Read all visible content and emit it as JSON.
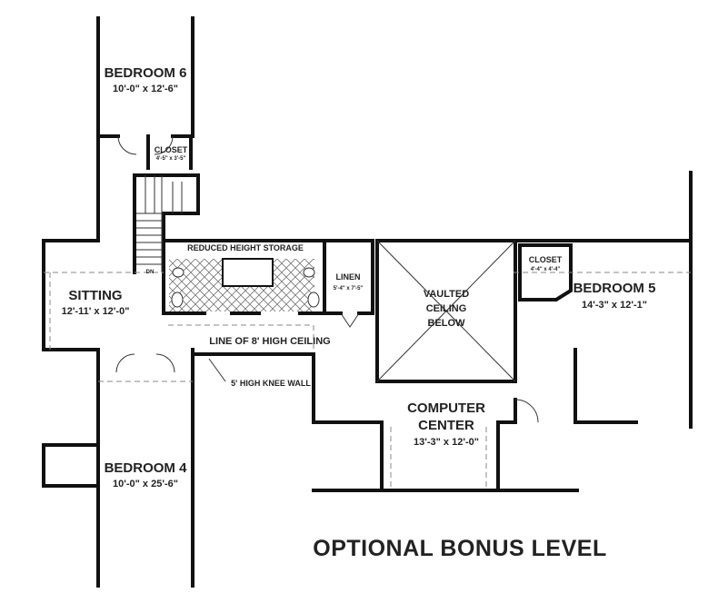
{
  "title": "OPTIONAL BONUS LEVEL",
  "rooms": {
    "bedroom6": {
      "name": "BEDROOM 6",
      "size": "10'-0\" x 12'-6\""
    },
    "closet6": {
      "name": "CLOSET",
      "size": "4'-5\" x 3'-5\""
    },
    "sitting": {
      "name": "SITTING",
      "size": "12'-11' x 12'-0\""
    },
    "linen": {
      "name": "LINEN",
      "size": "5'-4\" x 7'-5\""
    },
    "vaulted": {
      "line1": "VAULTED",
      "line2": "CEILING",
      "line3": "BELOW"
    },
    "closet5": {
      "name": "CLOSET",
      "size": "4'-4\" x 4'-4\""
    },
    "bedroom5": {
      "name": "BEDROOM 5",
      "size": "14'-3\" x 12'-1\""
    },
    "computer": {
      "name": "COMPUTER",
      "name2": "CENTER",
      "size": "13'-3\" x 12'-0\""
    },
    "bedroom4": {
      "name": "BEDROOM 4",
      "size": "10'-0\" x 25'-6\""
    }
  },
  "notes": {
    "storage": "REDUCED HEIGHT STORAGE",
    "stair": "DN",
    "ceiling": "LINE OF 8' HIGH CEILING",
    "kneewall": "5' HIGH KNEE WALL"
  }
}
